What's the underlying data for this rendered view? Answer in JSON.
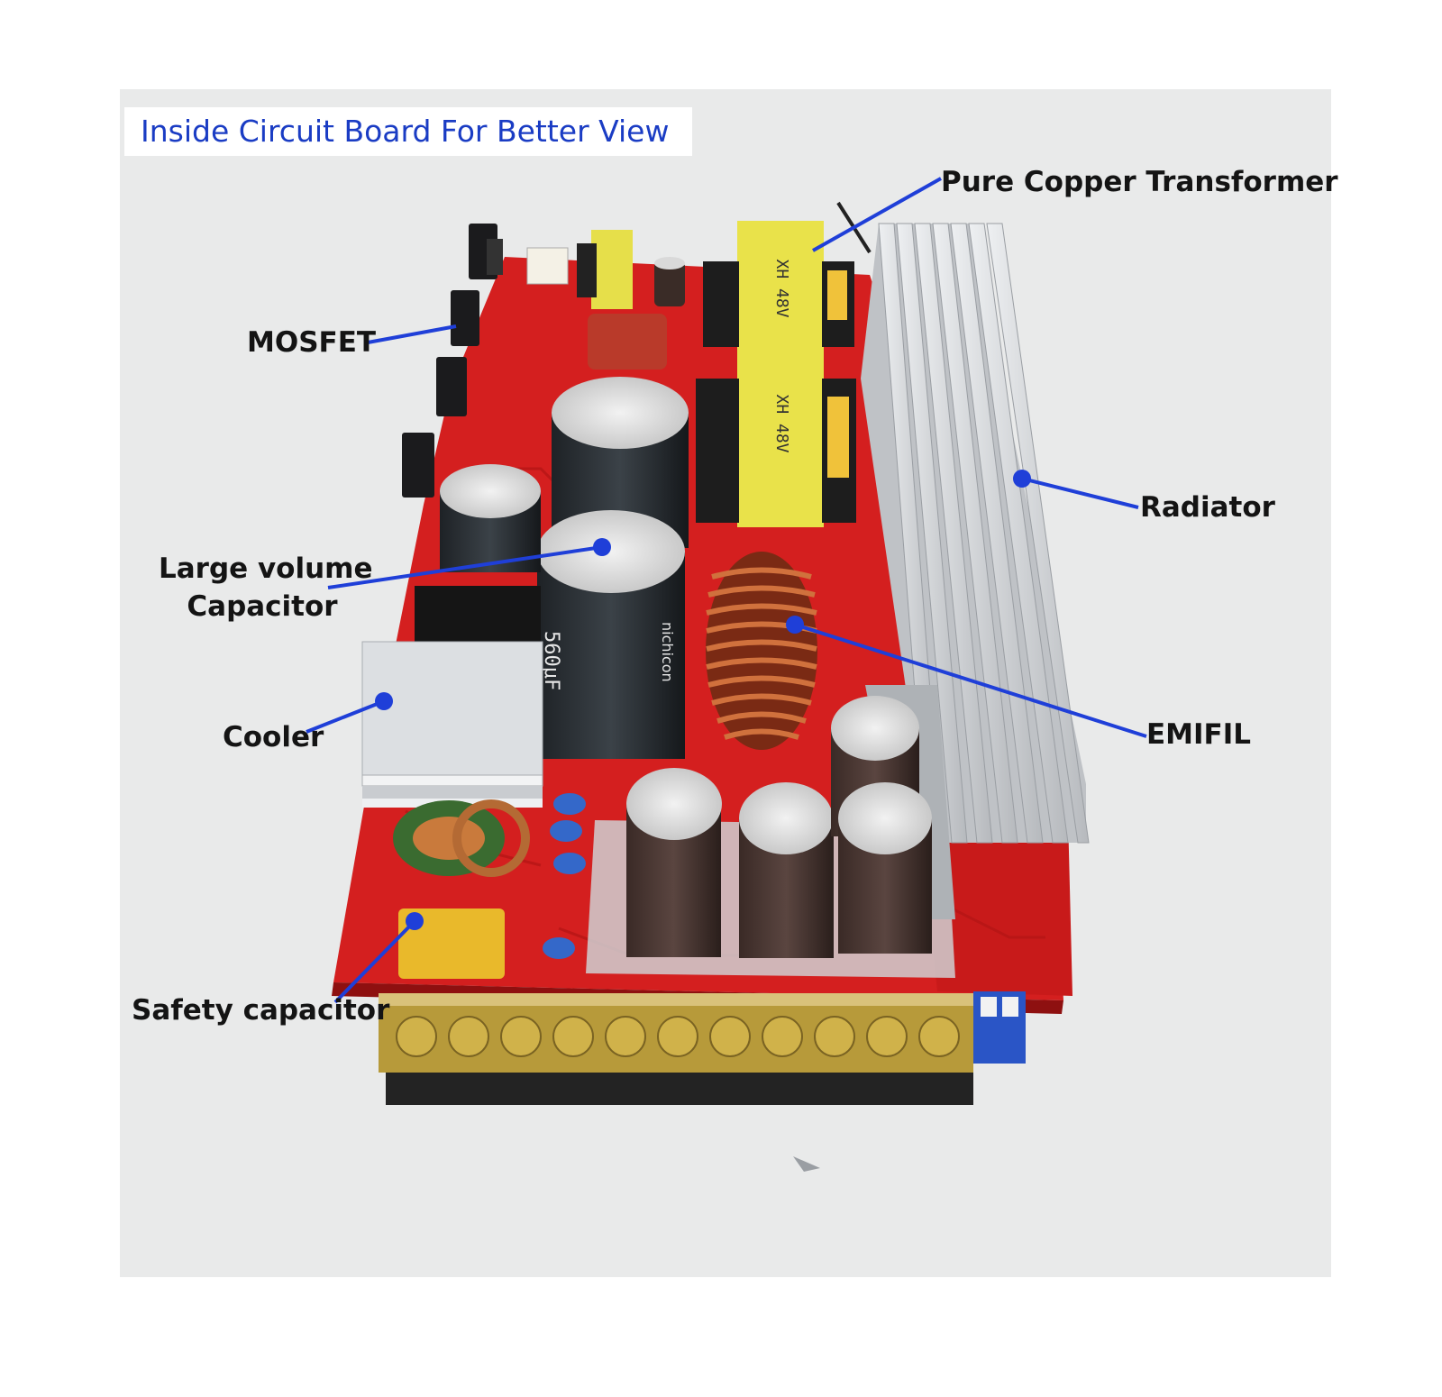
{
  "heading": "Inside Circuit Board For Better View",
  "labels": {
    "transformer": "Pure Copper Transformer",
    "mosfet": "MOSFET",
    "radiator": "Radiator",
    "capacitor_line1": "Large volume",
    "capacitor_line2": "Capacitor",
    "cooler": "Cooler",
    "emifil": "EMIFIL",
    "safety_capacitor": "Safety capacitor"
  },
  "component_markings": {
    "transformer_text": "XH 48V",
    "capacitor_value": "560μF",
    "capacitor_brand": "nichicon"
  },
  "colors": {
    "pointer": "#1f3fd8",
    "heading_text": "#1a3cc4",
    "board": "#d41f1f",
    "transformer": "#e9e24a",
    "heatsink": "#cfd2d6",
    "background": "#e9eaea"
  }
}
